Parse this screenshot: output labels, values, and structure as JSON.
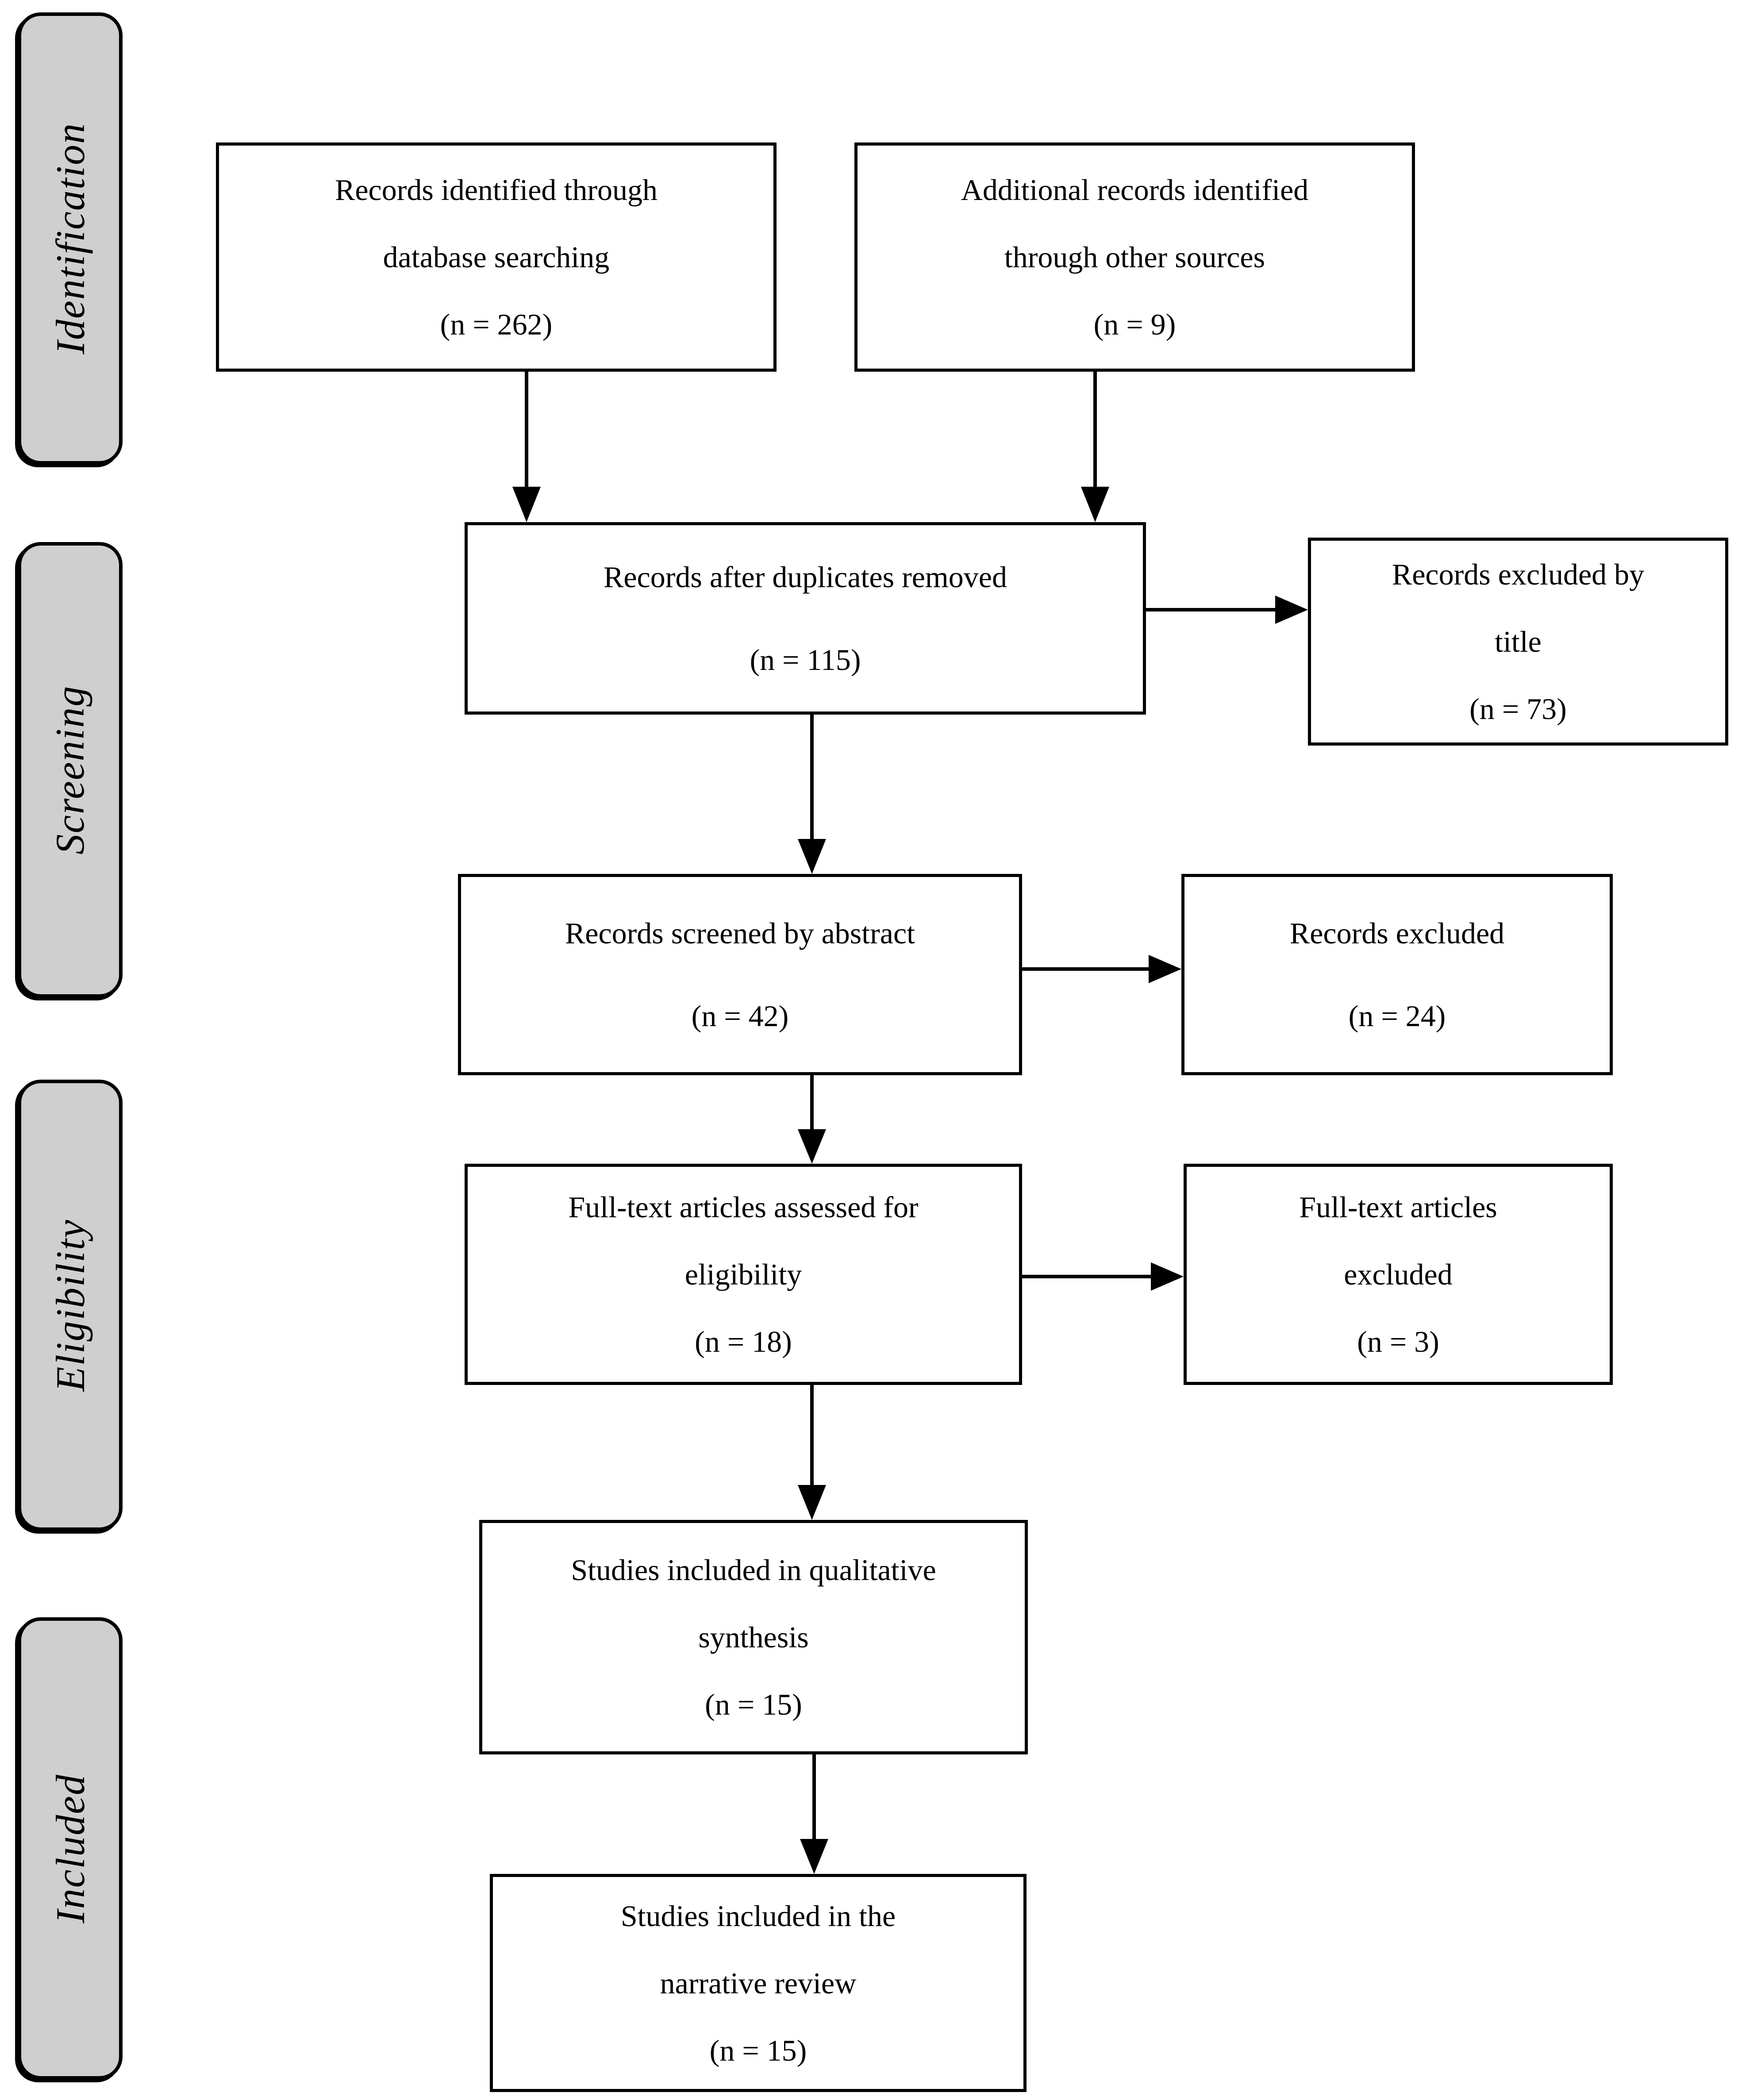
{
  "colors": {
    "sidebar_fill": "#cfcfcf",
    "box_fill": "#ffffff",
    "stroke": "#000000"
  },
  "stages": [
    {
      "label": "Identification"
    },
    {
      "label": "Screening"
    },
    {
      "label": "Eligibility"
    },
    {
      "label": "Included"
    }
  ],
  "boxes": {
    "identified": {
      "lines": [
        "Records identified through",
        "database searching",
        "(n = 262)"
      ]
    },
    "additional": {
      "lines": [
        "Additional records identified",
        "through other sources",
        "(n = 9)"
      ]
    },
    "deduplicated": {
      "lines": [
        "Records after duplicates removed",
        "(n = 115)"
      ]
    },
    "excluded_by_title": {
      "lines": [
        "Records excluded by",
        "title",
        "(n = 73)"
      ]
    },
    "screened": {
      "lines": [
        "Records screened by abstract",
        "(n = 42)"
      ]
    },
    "excluded_abstract": {
      "lines": [
        "Records excluded",
        "(n = 24)"
      ]
    },
    "fulltext": {
      "lines": [
        "Full-text articles assessed for",
        "eligibility",
        "(n = 18)"
      ]
    },
    "fulltext_excluded": {
      "lines": [
        "Full-text articles",
        "excluded",
        "(n = 3)"
      ]
    },
    "qualitative": {
      "lines": [
        "Studies included in qualitative",
        "synthesis",
        "(n = 15)"
      ]
    },
    "narrative": {
      "lines": [
        "Studies included in the",
        "narrative review",
        "(n = 15)"
      ]
    }
  }
}
